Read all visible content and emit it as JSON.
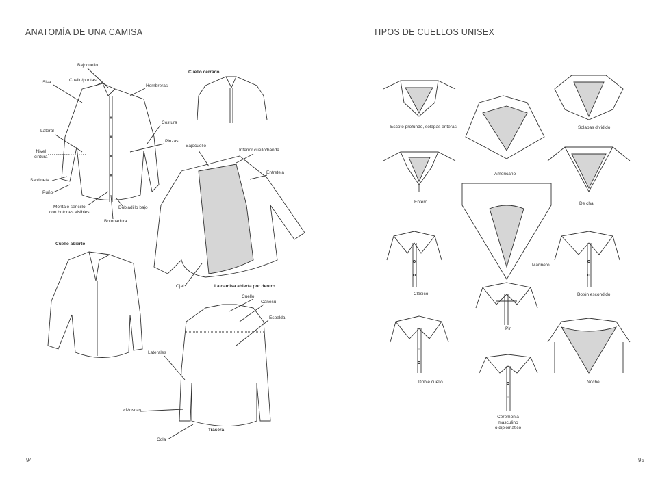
{
  "left_page": {
    "title": "ANATOMÍA DE UNA CAMISA",
    "page_number": "94",
    "front_labels": {
      "bajocuello": "Bajocuello",
      "sisa": "Sisa",
      "cuello_puntas": "Cuello/puntas",
      "hombreras": "Hombreras",
      "costura": "Costura",
      "lateral": "Lateral",
      "pinzas": "Pinzas",
      "nivel_cintura_1": "Nivel",
      "nivel_cintura_2": "cintura",
      "sardineta": "Sardineta",
      "puno": "Puño",
      "montaje_1": "Montaje sencillo",
      "montaje_2": "con botones visibles",
      "dobladillo": "Dobladillo bajo",
      "botonadura": "Botonadura"
    },
    "cuello_cerrado": "Cuello cerrado",
    "open_labels": {
      "bajocuello": "Bajocuello",
      "interior": "Interior cuello/banda",
      "entretela": "Entretela",
      "ojal": "Ojal",
      "caption": "La camisa abierta por dentro"
    },
    "cuello_abierto": "Cuello abierto",
    "back_labels": {
      "cuello": "Cuello",
      "canesu": "Canesú",
      "espalda": "Espalda",
      "laterales": "Laterales",
      "mosca": "«Mosca»",
      "trasera": "Trasera",
      "cola": "Cola"
    }
  },
  "right_page": {
    "title": "TIPOS DE CUELLOS UNISEX",
    "page_number": "95",
    "collars": {
      "escote": "Escote profundo, solapas enteras",
      "solapas": "Solapas dividido",
      "americano": "Americano",
      "entero": "Entero",
      "chal": "De chal",
      "marinero": "Marinero",
      "clasico": "Clásico",
      "boton": "Botón escondido",
      "pin": "Pin",
      "doble": "Doble cuello",
      "noche": "Noche",
      "ceremonia_1": "Ceremonia",
      "ceremonia_2": "masculino",
      "ceremonia_3": "o diplomático"
    }
  }
}
